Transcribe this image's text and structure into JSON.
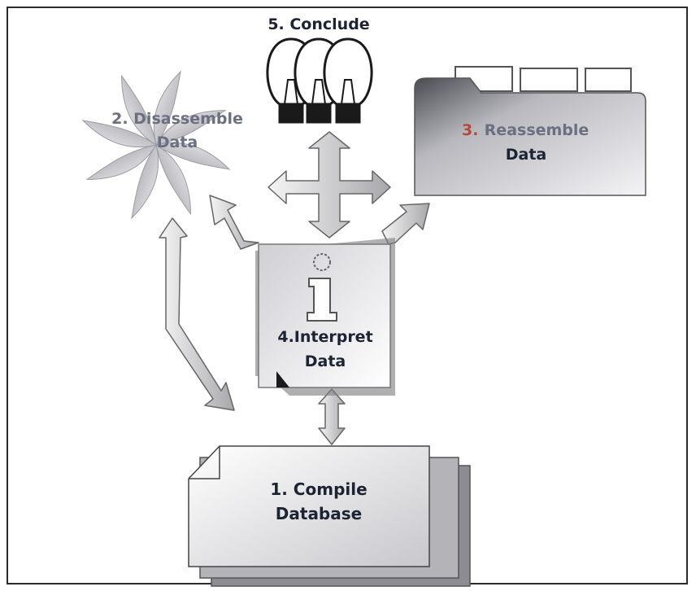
{
  "steps": {
    "conclude": "5. Conclude",
    "disassemble": [
      "2. Disassemble",
      "Data"
    ],
    "reassemble_num": "3.",
    "reassemble": [
      "Reassemble",
      "Data"
    ],
    "interpret": [
      "4.Interpret",
      "Data"
    ],
    "interpret_icon": "i",
    "compile": [
      "1. Compile",
      "Database"
    ]
  },
  "icons": {
    "conclude": "lightbulb-icon",
    "disassemble": "pinwheel-icon",
    "reassemble": "folder-icon",
    "interpret": "info-icon",
    "compile": "document-stack-icon"
  },
  "colors": {
    "text_dark": "#1c2433",
    "text_light": "#6a7080",
    "accent_number": "#b54a3a"
  }
}
